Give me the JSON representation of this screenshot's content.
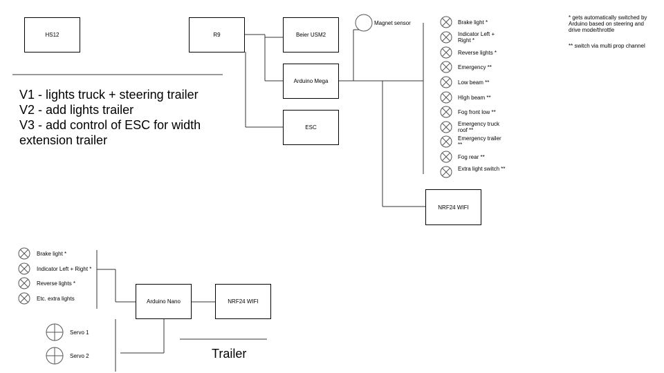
{
  "boxes": {
    "hs12": "HS12",
    "r9": "R9",
    "beier": "Beier USM2",
    "mega": "Arduino Mega",
    "esc": "ESC",
    "nrf_truck": "NRF24 WIFI",
    "nano": "Arduino Nano",
    "nrf_trailer": "NRF24 WIFI"
  },
  "magnet_sensor": "Magnet sensor",
  "versions": [
    "V1 - lights truck + steering trailer",
    "V2 - add lights trailer",
    "V3 - add control of ESC for width extension trailer"
  ],
  "truck_lights": [
    "Brake light *",
    "Indicator Left + Right *",
    "Reverse lights *",
    "Emergency **",
    "Low beam **",
    "HIgh beam **",
    "Fog front low **",
    "Emergency truck roof **",
    "Emergency trailer **",
    "Fog rear **",
    "Extra light switch **"
  ],
  "trailer_lights": [
    "Brake light *",
    "Indicator Left + Right *",
    "Reverse lights *",
    "Etc. extra lights"
  ],
  "servos": [
    "Servo 1",
    "Servo 2"
  ],
  "notes": {
    "n1": "* gets automatically switched by Arduino based on steering and drive mode/throttle",
    "n2": "** switch via multi prop channel"
  },
  "trailer_title": "Trailer",
  "icons": {
    "lamp": "lamp-icon",
    "servo": "servo-icon",
    "sensor": "sensor-icon"
  }
}
